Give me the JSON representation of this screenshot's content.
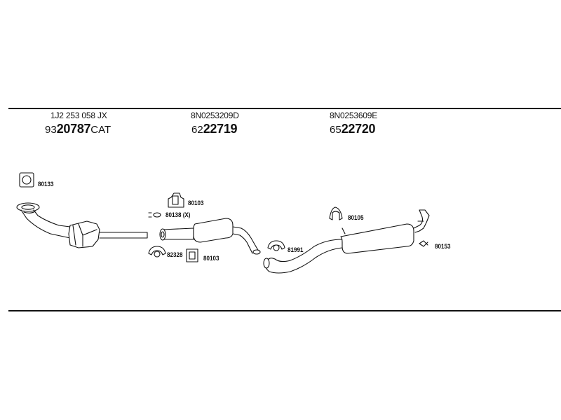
{
  "assemblies": [
    {
      "part_number": "1J2 253 058 JX",
      "order_prefix": "93",
      "order_main": "20787",
      "order_suffix": "CAT"
    },
    {
      "part_number": "8N0253209D",
      "order_prefix": "62",
      "order_main": "22719",
      "order_suffix": ""
    },
    {
      "part_number": "8N0253609E",
      "order_prefix": "65",
      "order_main": "22720",
      "order_suffix": ""
    }
  ],
  "callouts": {
    "gasket_80133": "80133",
    "rubber_80103_top": "80103",
    "clamp_80138": "80138 (X)",
    "clamp_82328": "82328",
    "rubber_80103_bottom": "80103",
    "clamp_81991": "81991",
    "rubber_80105": "80105",
    "bracket_80153": "80153"
  }
}
